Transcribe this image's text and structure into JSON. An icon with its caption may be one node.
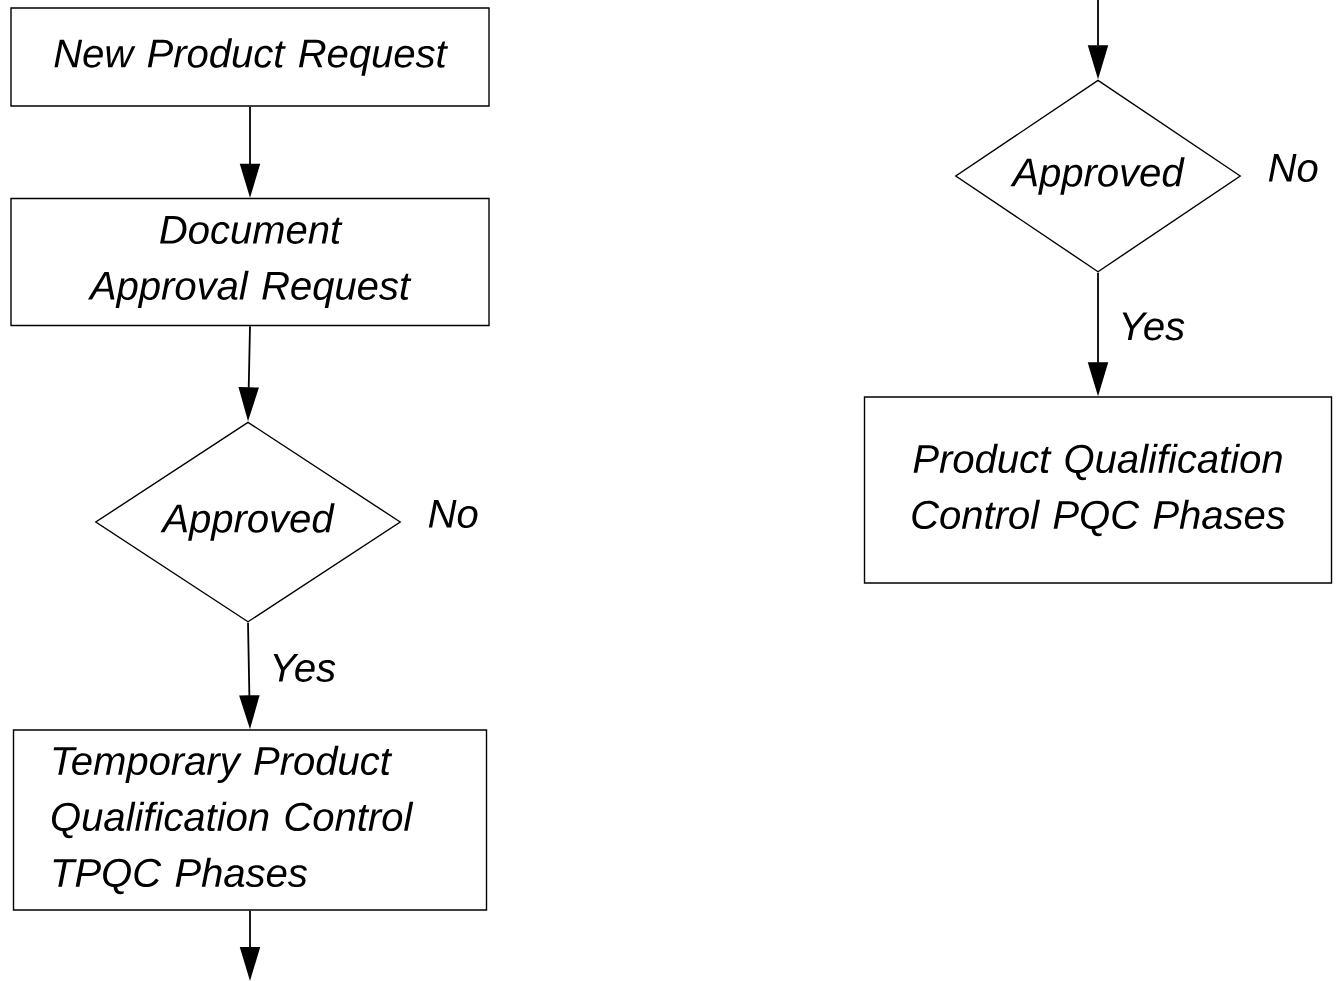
{
  "diagram": {
    "nodes": [
      {
        "text": [
          "New Product Request"
        ]
      },
      {
        "text": [
          "Document Approval Request"
        ]
      },
      {
        "text": [
          "Approved"
        ],
        "beside": [
          "No"
        ]
      },
      {
        "text": [
          "Temporary Product Qualification Control TPQC Phases"
        ]
      },
      {
        "text": [
          "Approved"
        ],
        "beside": [
          "No"
        ]
      },
      {
        "text": [
          "Product Qualification Control PQC Phases"
        ]
      }
    ],
    "edges": [
      {
        "from": 0,
        "to": 1,
        "arrow": "to"
      },
      {
        "from": 1,
        "to": 2,
        "arrow": "to"
      },
      {
        "from": 2,
        "to": 3,
        "arrow": "to",
        "label": "Yes"
      },
      {
        "from": 3,
        "to": null,
        "arrow": "to"
      },
      {
        "from": null,
        "to": 4,
        "arrow": "to"
      },
      {
        "from": 4,
        "to": 5,
        "arrow": "to",
        "label": "Yes"
      }
    ]
  }
}
